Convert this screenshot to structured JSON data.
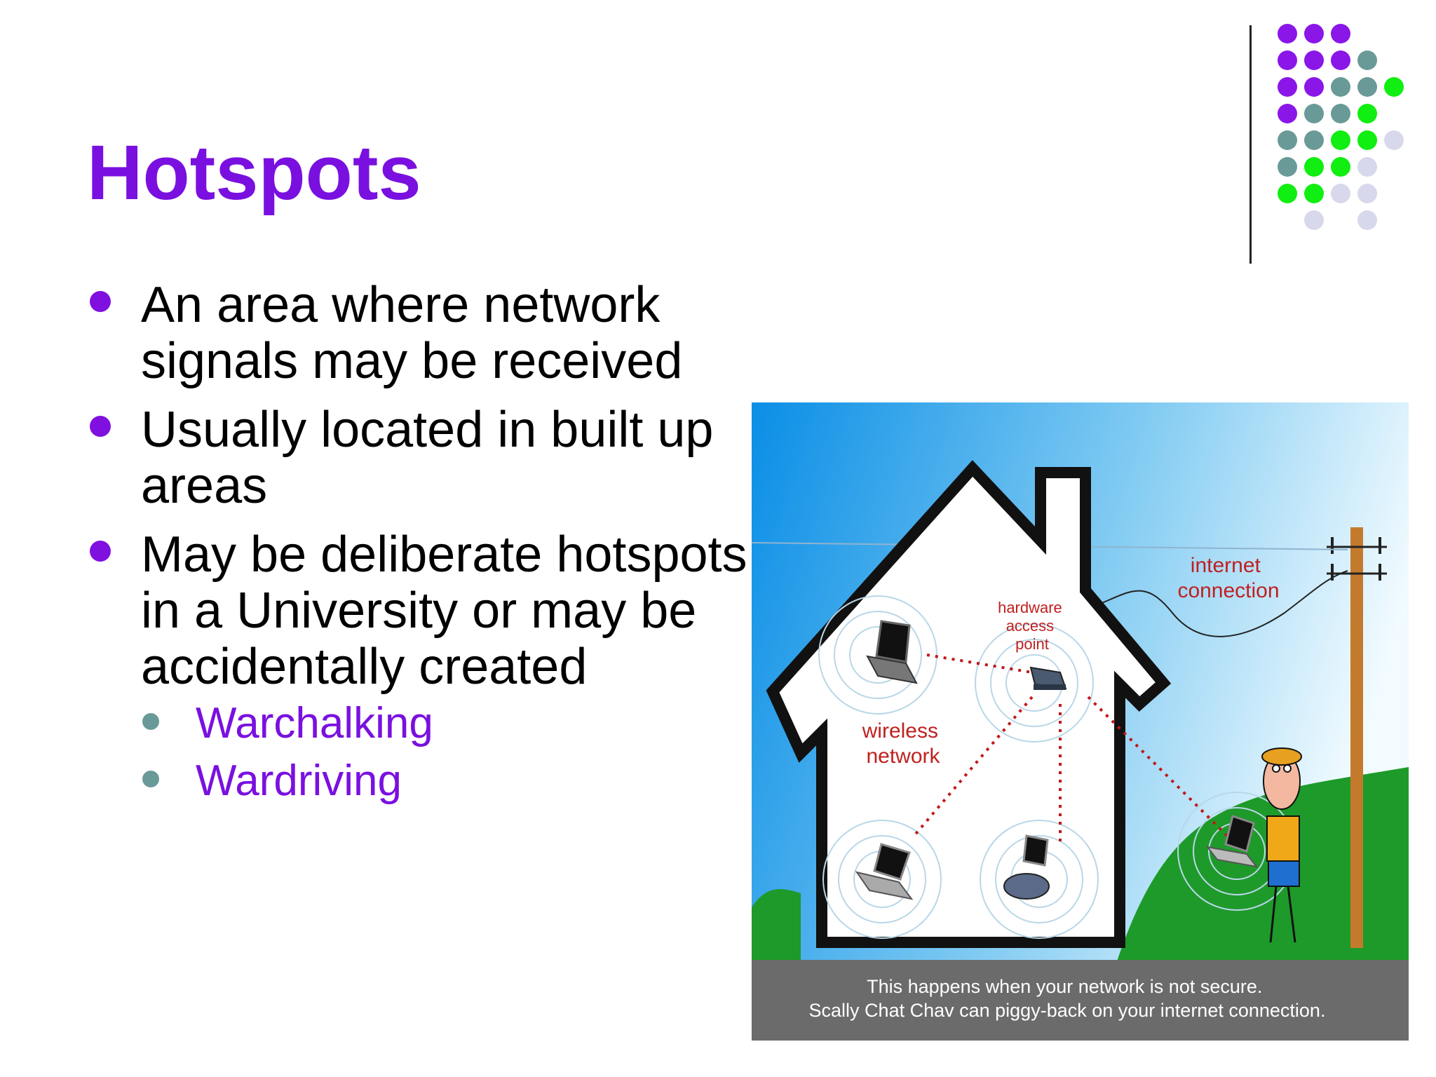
{
  "slide": {
    "title": "Hotspots",
    "bullets": [
      {
        "text": "An area where network signals may be received"
      },
      {
        "text": "Usually located in built up areas"
      },
      {
        "text": "May be deliberate hotspots in a University or may be accidentally created",
        "sub": [
          "Warchalking",
          "Wardriving"
        ]
      }
    ]
  },
  "illustration": {
    "label_wireless": [
      "wireless",
      "network"
    ],
    "label_access_point": [
      "hardware",
      "access",
      "point"
    ],
    "label_internet": [
      "internet",
      "connection"
    ],
    "caption": [
      "This happens when your network is not secure.",
      "Scally Chat Chav can piggy-back on your internet connection."
    ]
  },
  "colors": {
    "title": "#7a10e0",
    "bullet": "#8010e0",
    "sub_bullet": "#6a9a98",
    "sub_text": "#7a10e0",
    "dot_purple": "#8a16e8",
    "dot_teal": "#6a9a98",
    "dot_green": "#11ee11",
    "dot_lavender": "#d8d8ec"
  }
}
